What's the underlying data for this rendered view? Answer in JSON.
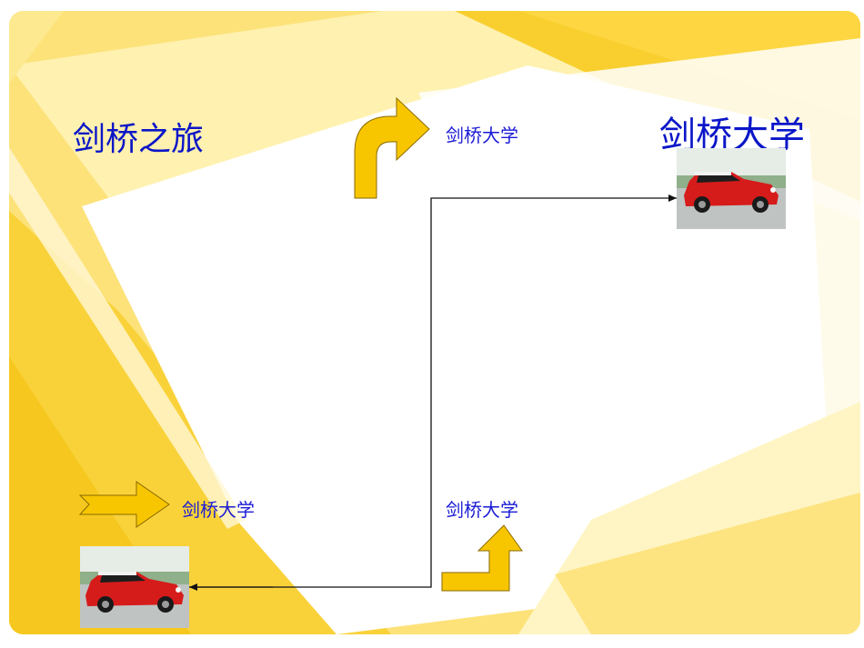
{
  "slide": {
    "title": "剑桥之旅",
    "top_right_title": "剑桥大学",
    "labels": {
      "top_center": "剑桥大学",
      "bottom_left": "剑桥大学",
      "bottom_center": "剑桥大学"
    }
  },
  "colors": {
    "accent_yellow": "#f7c600",
    "arrow_outline": "#8a6a00",
    "text_blue": "#0b16c8",
    "line": "#111111",
    "car_red": "#d61b1b"
  },
  "icons": {
    "top_center_arrow": "curved-turn-right-arrow-icon",
    "bottom_left_arrow": "notched-right-arrow-icon",
    "bottom_center_arrow": "bent-up-arrow-icon",
    "top_right_image": "red-mini-car-image",
    "bottom_left_image": "red-mini-car-image"
  }
}
